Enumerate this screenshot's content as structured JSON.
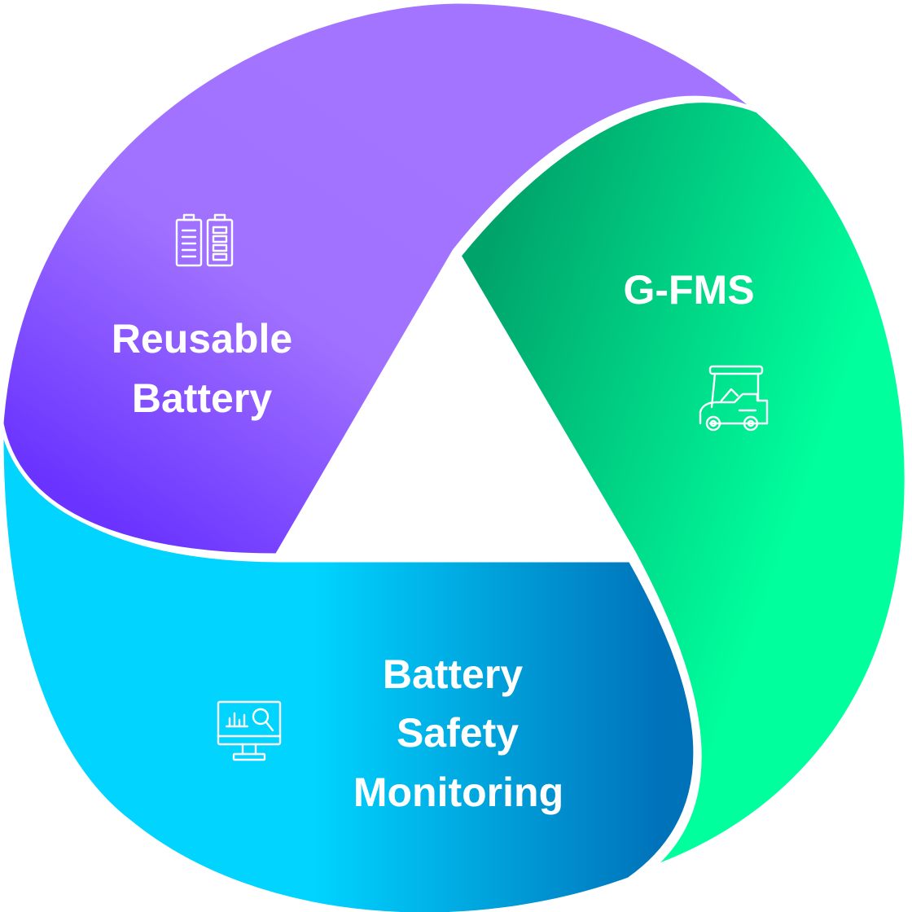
{
  "segments": [
    {
      "id": "reusable-battery",
      "lines": [
        "Reusable",
        "Battery"
      ],
      "icon": "battery-cells-icon",
      "colors": [
        "#a274ff",
        "#6b33ff"
      ]
    },
    {
      "id": "g-fms",
      "lines": [
        "G-FMS"
      ],
      "icon": "golf-cart-icon",
      "colors": [
        "#00a36a",
        "#00ff9c"
      ]
    },
    {
      "id": "battery-safety-monitoring",
      "lines": [
        "Battery",
        "Safety",
        "Monitoring"
      ],
      "icon": "monitor-analytics-icon",
      "colors": [
        "#00d3ff",
        "#0070b8"
      ]
    }
  ]
}
